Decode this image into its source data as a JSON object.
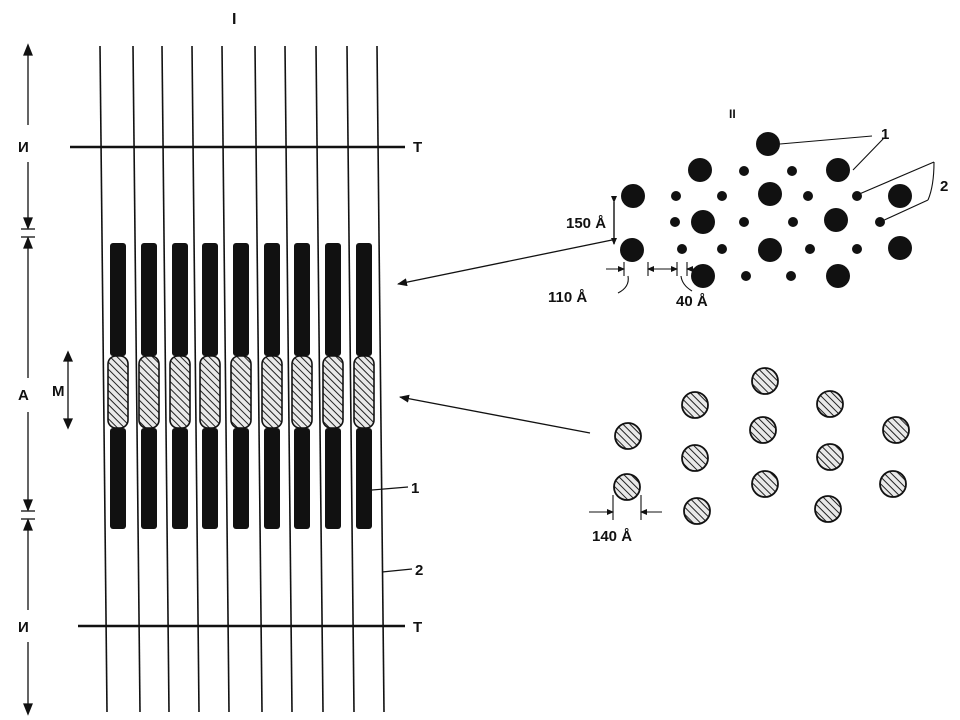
{
  "colors": {
    "ink": "#111111",
    "paper": "#ffffff",
    "hatch_fill": "#e9e9e9"
  },
  "panel_left": {
    "roman_label": "I",
    "band_labels": {
      "i_top": "И",
      "a": "А",
      "m": "М",
      "i_bottom": "И"
    },
    "line_labels": {
      "t_top": "Т",
      "t_bottom": "Т"
    },
    "filament_labels": {
      "thick": "1",
      "thin": "2"
    }
  },
  "panel_cross_section_thick": {
    "roman_label": "II",
    "filament_labels": {
      "thick": "1",
      "thin": "2"
    },
    "measurements": {
      "vertical_spacing": "150 Å",
      "thick_diameter": "110 Å",
      "thin_diameter": "40 Å"
    }
  },
  "panel_cross_section_m": {
    "measurements": {
      "diameter": "140 Å"
    }
  }
}
